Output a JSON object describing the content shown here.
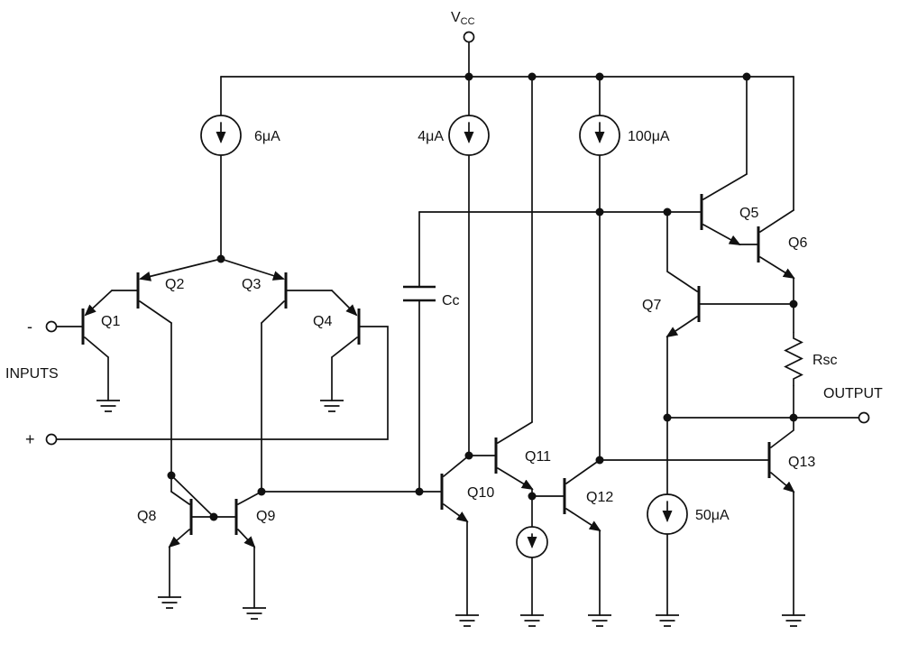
{
  "colors": {
    "wire": "#111111",
    "background": "#ffffff"
  },
  "power": {
    "vcc_main": "V",
    "vcc_sub": "CC"
  },
  "io": {
    "minus": "-",
    "plus": "+",
    "inputs": "INPUTS",
    "output": "OUTPUT"
  },
  "current_sources": {
    "cs_6ua": "6μA",
    "cs_4ua": "4μA",
    "cs_100ua": "100μA",
    "cs_50ua": "50μA"
  },
  "passives": {
    "compensation_cap": "Cc",
    "short_circuit_resistor": "Rsc"
  },
  "transistors": {
    "q1": "Q1",
    "q2": "Q2",
    "q3": "Q3",
    "q4": "Q4",
    "q5": "Q5",
    "q6": "Q6",
    "q7": "Q7",
    "q8": "Q8",
    "q9": "Q9",
    "q10": "Q10",
    "q11": "Q11",
    "q12": "Q12",
    "q13": "Q13"
  }
}
